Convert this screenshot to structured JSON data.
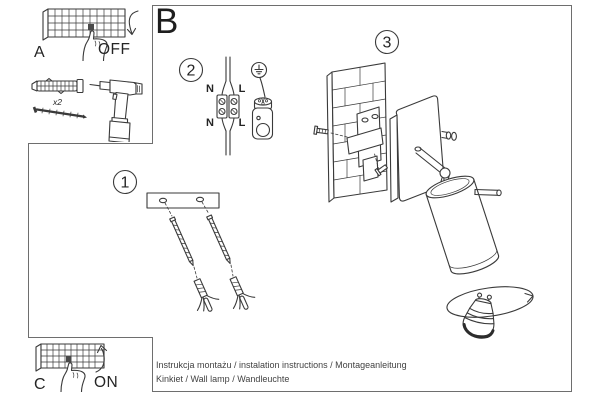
{
  "colors": {
    "background": "#ffffff",
    "border": "#6e6e6e",
    "ink": "#3a3a3a",
    "text": "#424242"
  },
  "panel_a": {
    "label": "A",
    "switch_state": "OFF"
  },
  "parts_panel": {
    "dowel_quantity": "x2"
  },
  "panel_c": {
    "label": "C",
    "switch_state": "ON"
  },
  "panel_b": {
    "label": "B",
    "steps": [
      {
        "number": "1"
      },
      {
        "number": "2"
      },
      {
        "number": "3"
      }
    ],
    "wiring_labels": {
      "top_neutral": "N",
      "top_live": "L",
      "bottom_neutral": "N",
      "bottom_live": "L"
    }
  },
  "footer": {
    "line1": "Instrukcja montażu / instalation instructions / Montageanleitung",
    "line2": "Kinkiet / Wall lamp / Wandleuchte"
  }
}
